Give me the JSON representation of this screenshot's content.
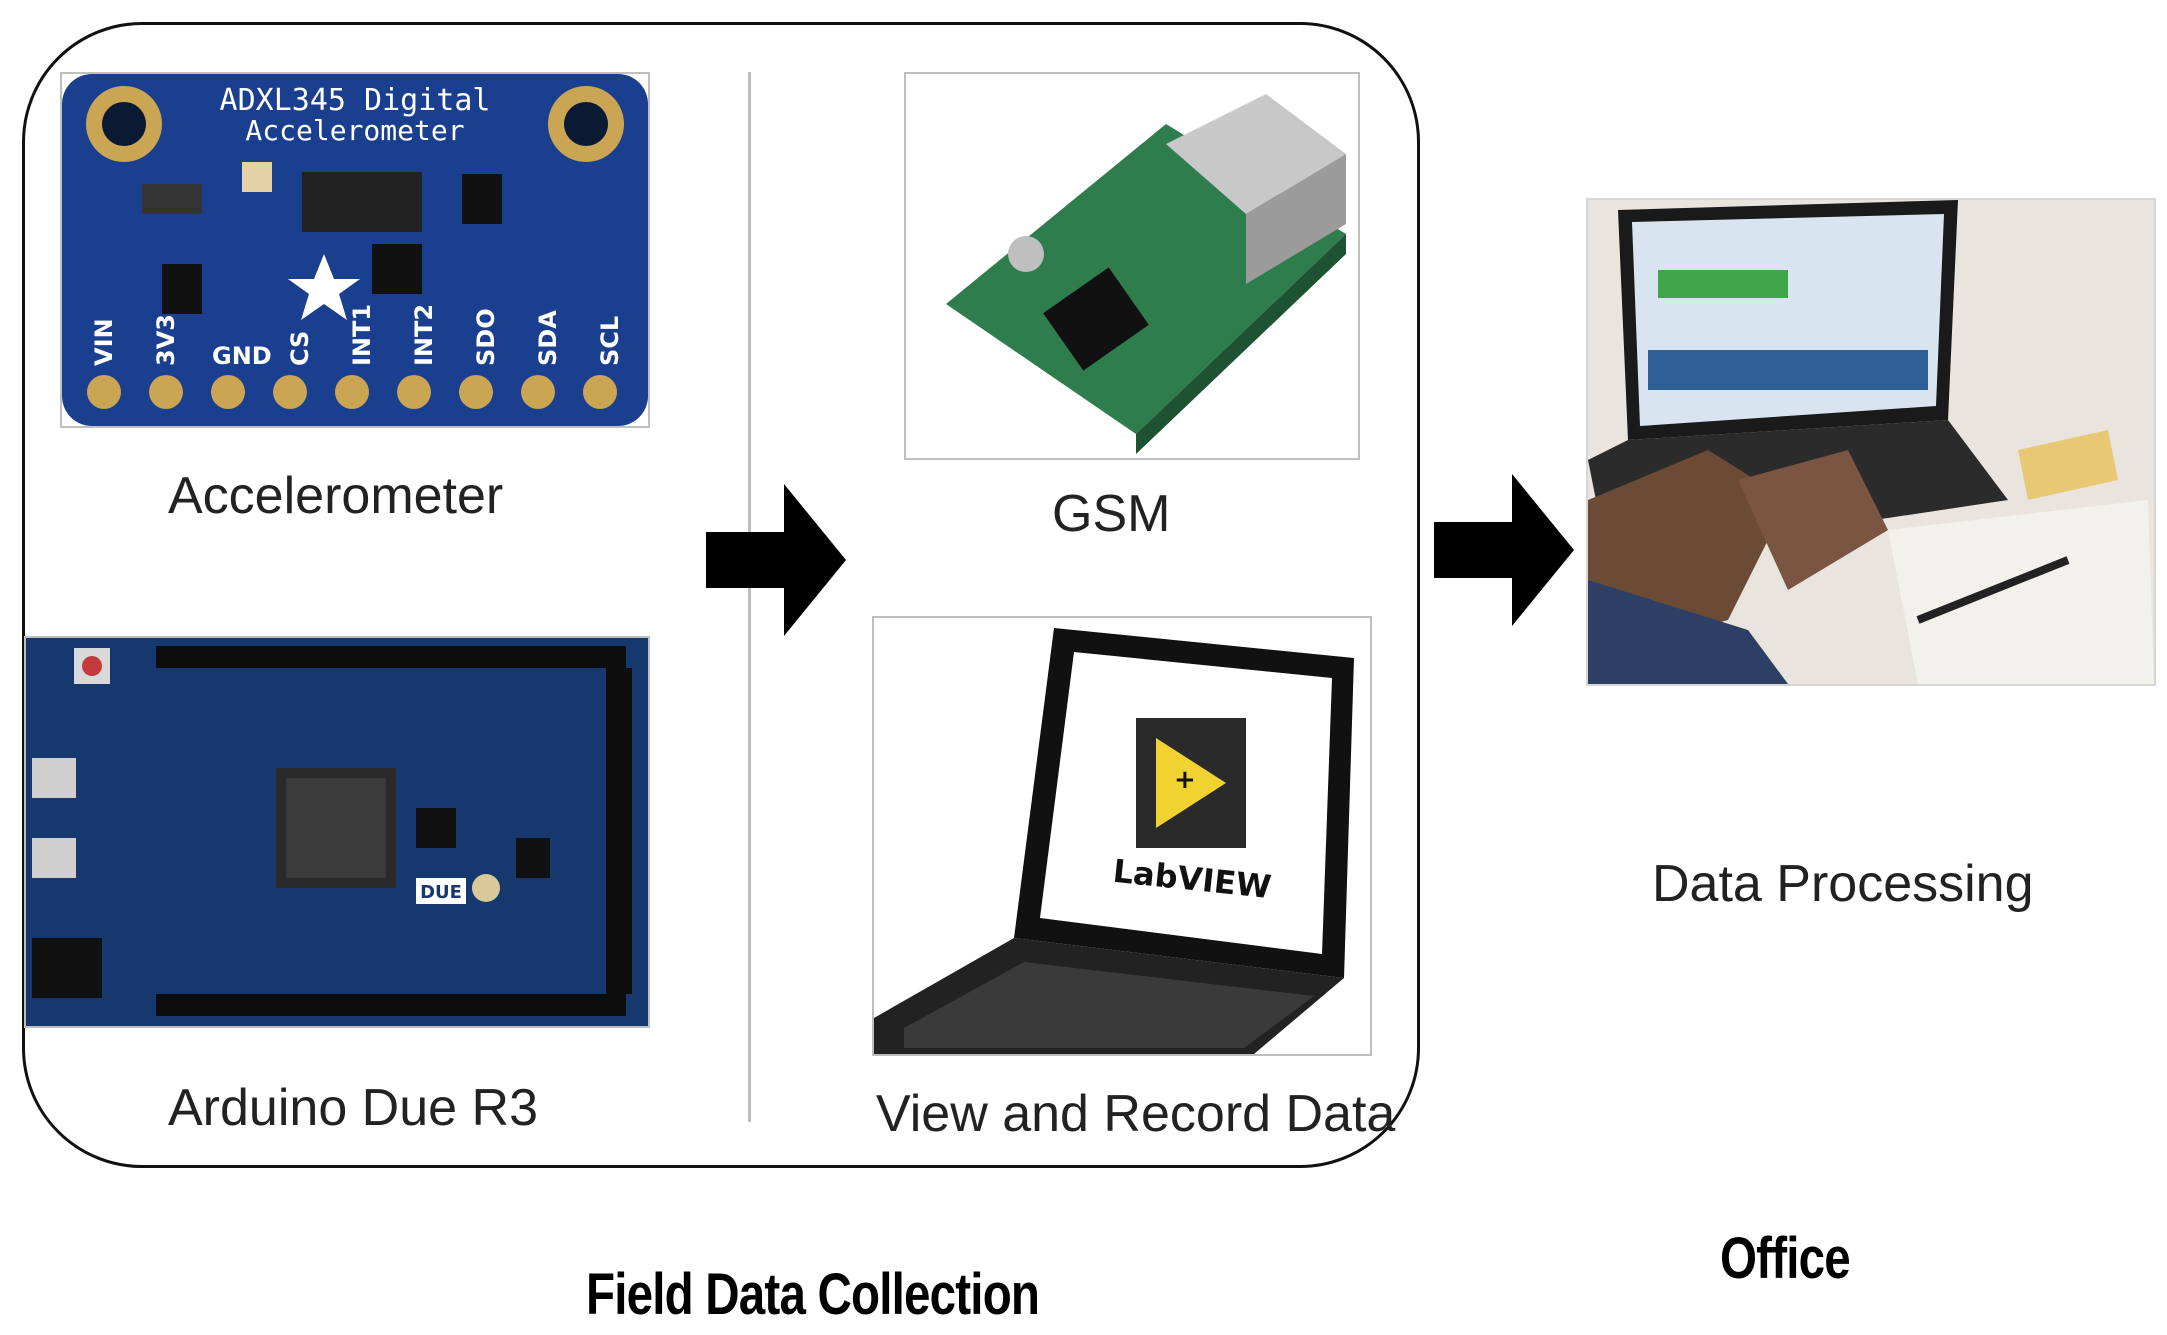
{
  "sections": {
    "field": {
      "label": "Field Data Collection",
      "components": [
        {
          "caption": "Accelerometer",
          "board_text_line1": "ADXL345 Digital",
          "board_text_line2": "Accelerometer",
          "pins": [
            "VIN",
            "3V3",
            "GND",
            "CS",
            "INT1",
            "INT2",
            "SDO",
            "SDA",
            "SCL"
          ]
        },
        {
          "caption": "Arduino Due R3",
          "board_text": "DUE"
        },
        {
          "caption": "GSM"
        },
        {
          "caption": "View and Record Data",
          "screen_logo_text": "LabVIEW"
        }
      ]
    },
    "office": {
      "label": "Office",
      "components": [
        {
          "caption": "Data Processing"
        }
      ]
    }
  },
  "colors": {
    "border": "#111111",
    "divider": "#bdbdbd",
    "arrow": "#000000",
    "accelerometer_pcb": "#1b3f8f",
    "arduino_pcb": "#17376f",
    "gsm_pcb": "#2f7d4c",
    "caption_text": "#222222",
    "label_text": "#000000"
  }
}
